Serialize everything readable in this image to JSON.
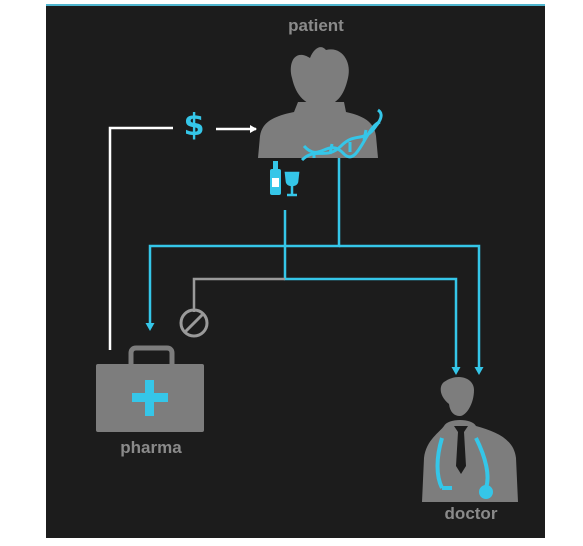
{
  "nodes": {
    "patient": {
      "label": "patient"
    },
    "pharma": {
      "label": "pharma"
    },
    "doctor": {
      "label": "doctor"
    }
  },
  "payment": {
    "symbol": "$"
  },
  "colors": {
    "background": "#1c1c1c",
    "accent": "#35c6e8",
    "figure": "#7d7d7d",
    "label": "#8a8a8a",
    "payment_line": "#ffffff",
    "blocked_line": "#9a9a9a",
    "top_border": "#4fb6cf"
  },
  "icons": [
    "patient-icon",
    "dna-icon",
    "bottle-icon",
    "wine-glass-icon",
    "no-entry-icon",
    "medical-kit-icon",
    "doctor-icon",
    "stethoscope-icon",
    "dollar-icon"
  ]
}
